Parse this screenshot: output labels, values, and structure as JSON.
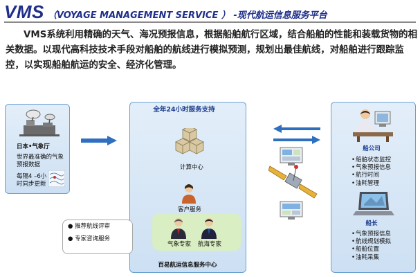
{
  "title": {
    "main": "VMS",
    "subtitle": "（VOYAGE MANAGEMENT SERVICE ） -现代航运信息服务平台"
  },
  "intro": "VMS系统利用精确的天气、海况预报信息，根据船舶航行区域，结合船舶的性能和装载货物的相关数据。以现代高科技技术手段对船舶的航线进行模拟预测，规划出最佳航线，对船舶进行跟踪监控，以实现船舶航运的安全、经济化管理。",
  "left_panel": {
    "title": "日本•气象厅",
    "desc": "世界最准确的气象预报数据",
    "update": "每隔4 –6小时同步更新"
  },
  "center_panel": {
    "header": "全年24小时服务支持",
    "computing": "计算中心",
    "customer_service": "客户服务",
    "weather_expert": "气象专家",
    "marine_expert": "航海专家",
    "footer": "百易航运信息服务中心"
  },
  "bullet_box": {
    "items": [
      "推荐航线评审",
      "专家咨询服务"
    ]
  },
  "right_panel": {
    "company": {
      "title": "船公司",
      "items": [
        "船舶状态监控",
        "气象预报信息",
        "航行时间",
        "油耗管理"
      ]
    },
    "captain": {
      "title": "船长",
      "items": [
        "气象预报信息",
        "航线规划模拟",
        "船舶位置",
        "油耗采集"
      ]
    }
  },
  "colors": {
    "title_blue": "#1f2f8a",
    "panel_border": "#6aa0d2",
    "panel_fill": "#d6e6f6",
    "arrow_blue": "#2e6fc0",
    "expert_box": "#d9eec2"
  }
}
